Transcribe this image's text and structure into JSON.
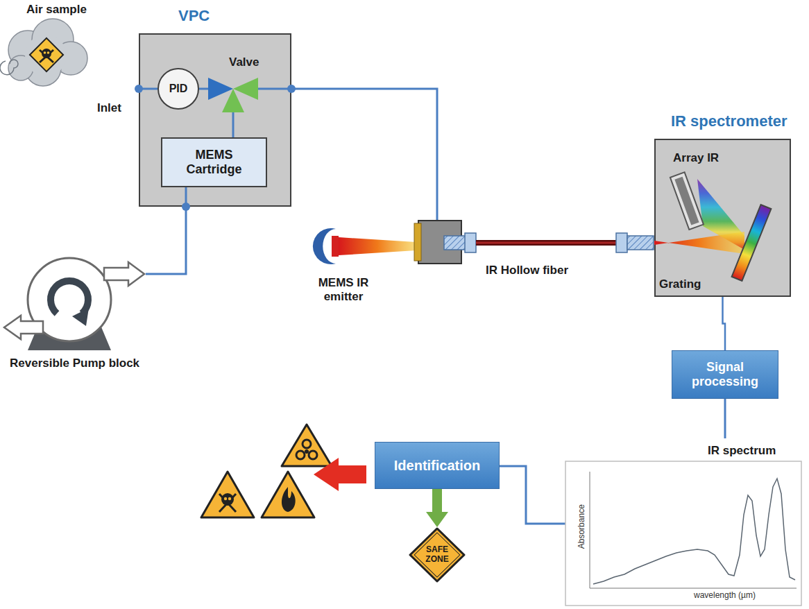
{
  "diagram": {
    "nodes": [
      {
        "text": [
          "VPC"
        ]
      },
      {
        "text": [
          "PID"
        ],
        "in": 0
      },
      {
        "text": [
          "MEMS Cartridge"
        ],
        "in": 0
      },
      {
        "text": [
          "IR spectrometer"
        ]
      },
      {
        "text": [
          "Signal processing"
        ]
      },
      {
        "text": [
          "Identification"
        ]
      },
      {
        "text": [
          "SAFE ZONE"
        ]
      }
    ],
    "edges": [
      {
        "from": 3,
        "to": 4,
        "arrow": "none"
      },
      {
        "from": 5,
        "to": 6,
        "arrow": "to"
      }
    ],
    "labels": [
      "Air sample",
      "Inlet",
      "Valve",
      "Reversible Pump block",
      "MEMS IR emitter",
      "IR Hollow fiber",
      "Array IR",
      "Grating",
      "IR spectrum",
      "Absorbance",
      "wavelength (µm)"
    ]
  }
}
